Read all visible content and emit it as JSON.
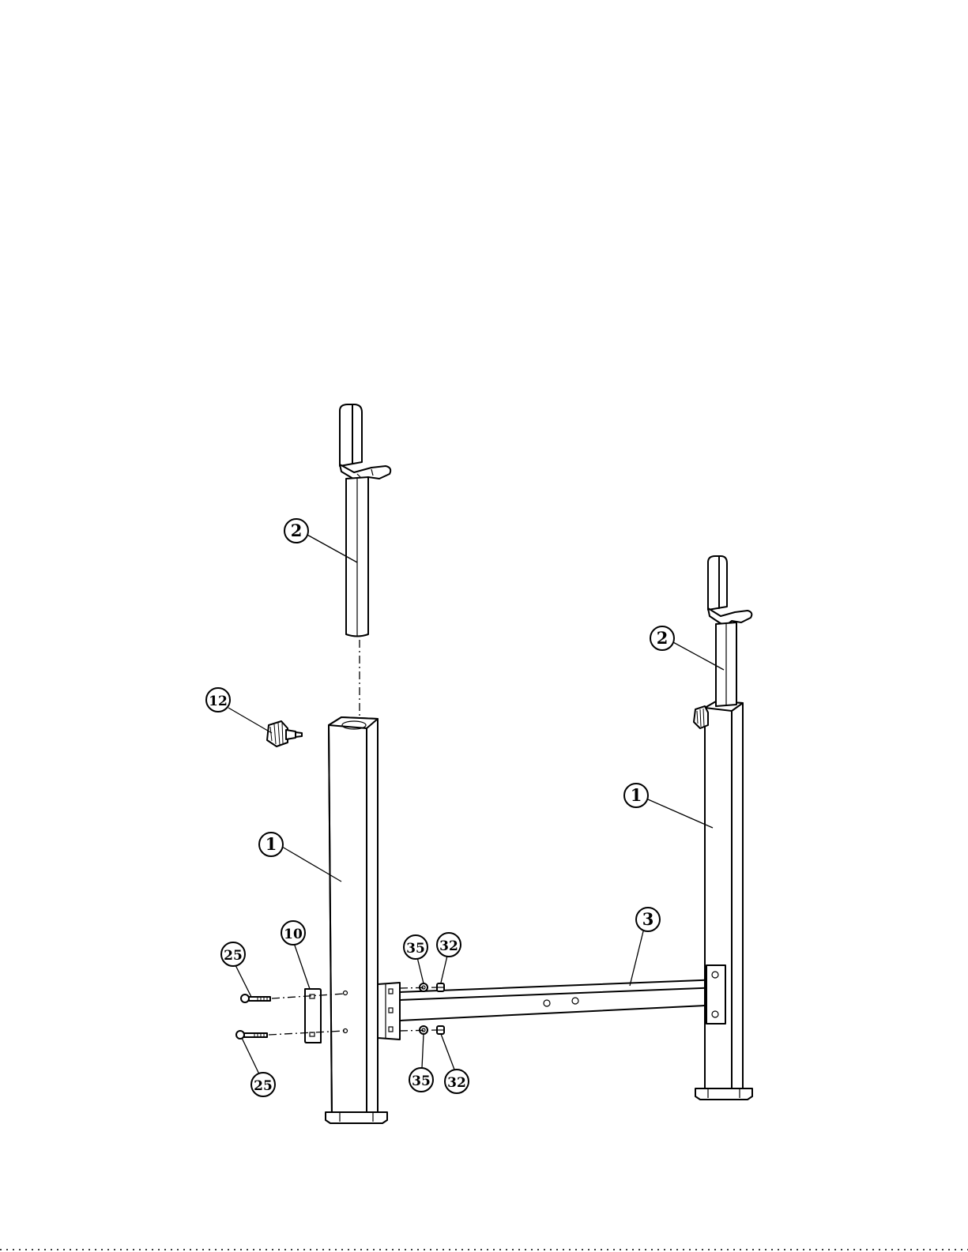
{
  "diagram": {
    "parts": [
      {
        "id": "upright-left",
        "label": "1"
      },
      {
        "id": "upright-right",
        "label": "1"
      },
      {
        "id": "support-post-left",
        "label": "2"
      },
      {
        "id": "support-post-right",
        "label": "2"
      },
      {
        "id": "crossbar",
        "label": "3"
      },
      {
        "id": "bracket-plate",
        "label": "10"
      },
      {
        "id": "knob",
        "label": "12"
      },
      {
        "id": "bolt-upper",
        "label": "25"
      },
      {
        "id": "bolt-lower",
        "label": "25"
      },
      {
        "id": "washer-upper",
        "label": "35"
      },
      {
        "id": "washer-lower",
        "label": "35"
      },
      {
        "id": "nut-upper",
        "label": "32"
      },
      {
        "id": "nut-lower",
        "label": "32"
      }
    ]
  }
}
